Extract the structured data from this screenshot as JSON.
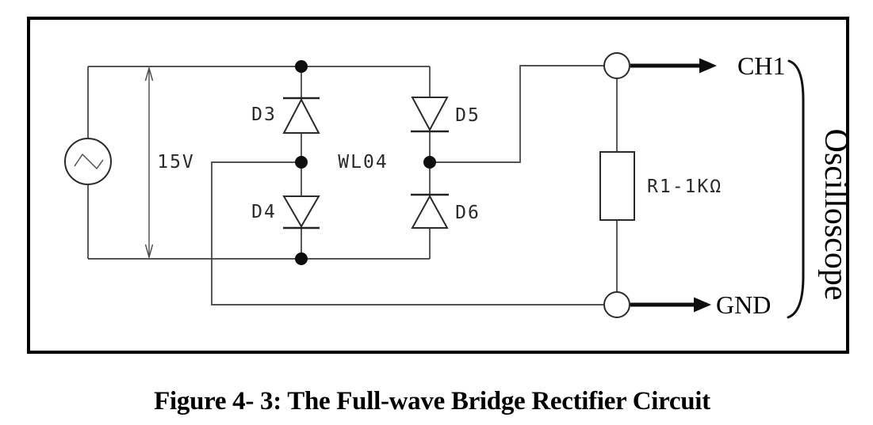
{
  "figure": {
    "caption": "Figure 4- 3: The Full-wave Bridge Rectifier Circuit"
  },
  "circuit": {
    "source_voltage": "15V",
    "bridge_label": "WL04",
    "diodes": [
      {
        "label": "D3"
      },
      {
        "label": "D4"
      },
      {
        "label": "D5"
      },
      {
        "label": "D6"
      }
    ],
    "resistor_label": "R1-1KΩ",
    "outputs": {
      "ch1_label": "CH1",
      "gnd_label": "GND"
    },
    "instrument_label": "Oscilloscope"
  },
  "icons": {
    "ac_source": "sine-wave-icon",
    "ch1_arrow": "right-arrow-icon",
    "gnd_arrow": "right-arrow-icon",
    "voltage_arrow": "double-headed-vertical-arrow-icon"
  },
  "colors": {
    "ink": "#000000",
    "wire": "#3d3d3d",
    "background": "#ffffff"
  }
}
